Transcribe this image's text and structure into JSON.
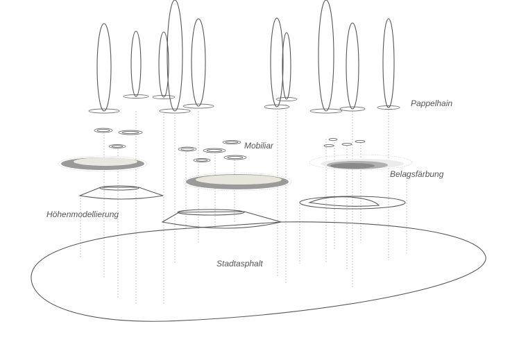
{
  "labels": {
    "pappelhain": "Pappelhain",
    "mobiliar": "Mobiliar",
    "belagsfaerbung": "Belagsfärbung",
    "hoehenmodellierung": "Höhenmodellierung",
    "stadtasphalt": "Stadtasphalt"
  },
  "colors": {
    "line": "#555555",
    "dashed_guide": "#b5b5b5",
    "shade_dark": "#9a9a9a",
    "shade_light": "#e8e8e0",
    "label": "#555555"
  }
}
